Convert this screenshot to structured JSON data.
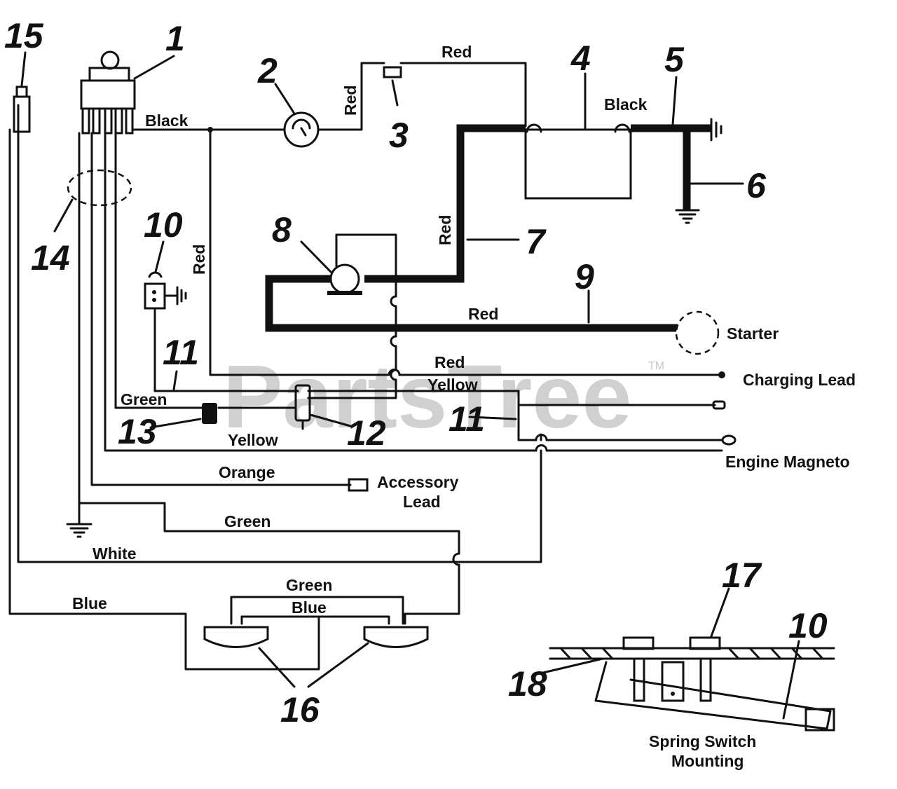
{
  "watermark": {
    "text": "PartsTree",
    "trademark": "TM"
  },
  "callouts": {
    "n1": "1",
    "n2": "2",
    "n3": "3",
    "n4": "4",
    "n5": "5",
    "n6": "6",
    "n7": "7",
    "n8": "8",
    "n9": "9",
    "n10a": "10",
    "n10b": "10",
    "n11a": "11",
    "n11b": "11",
    "n12": "12",
    "n13": "13",
    "n14": "14",
    "n15": "15",
    "n16": "16",
    "n17": "17",
    "n18": "18"
  },
  "wire_labels": {
    "black_top": "Black",
    "red_vertical_switch": "Red",
    "red_top": "Red",
    "black_battery": "Black",
    "red_vertical_left": "Red",
    "red_vertical_cable": "Red",
    "red_starter_cable": "Red",
    "red_charging": "Red",
    "yellow_top": "Yellow",
    "green_left": "Green",
    "yellow_lower": "Yellow",
    "orange": "Orange",
    "green_mid": "Green",
    "white": "White",
    "blue": "Blue",
    "green_lamp": "Green",
    "blue_lamp": "Blue"
  },
  "destinations": {
    "starter": "Starter",
    "charging_lead": "Charging Lead",
    "engine_magneto": "Engine Magneto",
    "accessory_line1": "Accessory",
    "accessory_line2": "Lead"
  },
  "inset": {
    "caption_line1": "Spring Switch",
    "caption_line2": "Mounting"
  }
}
